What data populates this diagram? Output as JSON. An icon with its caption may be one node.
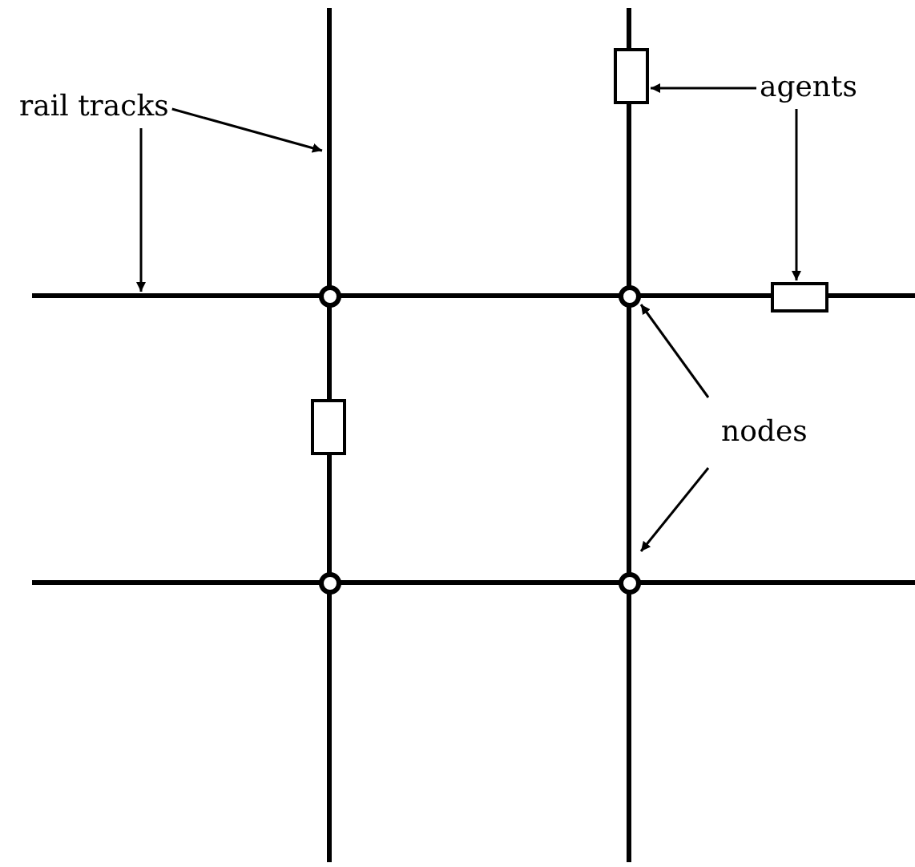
{
  "diagram": {
    "nodes": [
      {
        "text": [
          "rail tracks"
        ]
      },
      {
        "text": [
          "agents"
        ]
      },
      {
        "text": [
          "nodes"
        ]
      },
      {
        "text": [],
        "shape": "line"
      },
      {
        "text": [],
        "shape": "line"
      },
      {
        "text": [],
        "shape": "line"
      },
      {
        "text": [],
        "shape": "line"
      },
      {
        "text": [],
        "shape": "circle"
      },
      {
        "text": [],
        "shape": "circle"
      },
      {
        "text": [],
        "shape": "circle"
      },
      {
        "text": [],
        "shape": "circle"
      },
      {
        "text": [],
        "shape": "box"
      },
      {
        "text": [],
        "shape": "box"
      },
      {
        "text": [],
        "shape": "box"
      }
    ],
    "edges": [
      {
        "from": 0,
        "to": 3,
        "arrow": "to"
      },
      {
        "from": 0,
        "to": 5,
        "arrow": "to"
      },
      {
        "from": 1,
        "to": 11,
        "arrow": "to"
      },
      {
        "from": 1,
        "to": 12,
        "arrow": "to"
      },
      {
        "from": 2,
        "to": 8,
        "arrow": "to"
      },
      {
        "from": 2,
        "to": 10,
        "arrow": "to"
      }
    ]
  }
}
